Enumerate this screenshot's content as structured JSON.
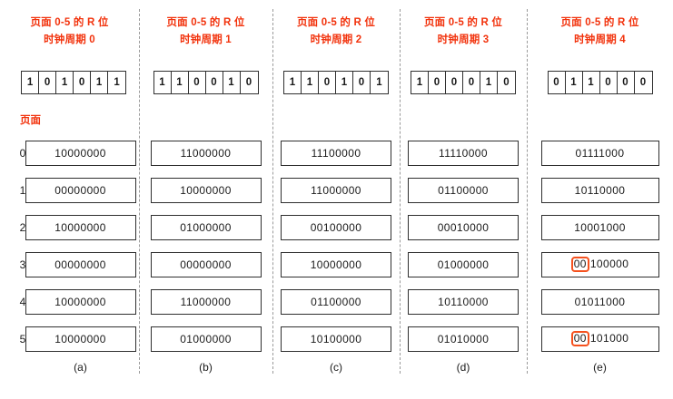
{
  "figure": {
    "page_caption": "页面",
    "accent_color": "#f2320c",
    "highlight_color": "#f5511e",
    "row_indices": [
      "0",
      "1",
      "2",
      "3",
      "4",
      "5"
    ]
  },
  "columns": [
    {
      "header_line1": "页面 0-5 的 R 位",
      "header_line2": "时钟周期 0",
      "r_bits": [
        "1",
        "0",
        "1",
        "0",
        "1",
        "1"
      ],
      "counters": [
        "10000000",
        "00000000",
        "10000000",
        "00000000",
        "10000000",
        "10000000"
      ],
      "highlights": [
        null,
        null,
        null,
        null,
        null,
        null
      ],
      "sub_label": "(a)"
    },
    {
      "header_line1": "页面 0-5 的 R 位",
      "header_line2": "时钟周期 1",
      "r_bits": [
        "1",
        "1",
        "0",
        "0",
        "1",
        "0"
      ],
      "counters": [
        "11000000",
        "10000000",
        "01000000",
        "00000000",
        "11000000",
        "01000000"
      ],
      "highlights": [
        null,
        null,
        null,
        null,
        null,
        null
      ],
      "sub_label": "(b)"
    },
    {
      "header_line1": "页面 0-5 的 R 位",
      "header_line2": "时钟周期 2",
      "r_bits": [
        "1",
        "1",
        "0",
        "1",
        "0",
        "1"
      ],
      "counters": [
        "11100000",
        "11000000",
        "00100000",
        "10000000",
        "01100000",
        "10100000"
      ],
      "highlights": [
        null,
        null,
        null,
        null,
        null,
        null
      ],
      "sub_label": "(c)"
    },
    {
      "header_line1": "页面 0-5 的 R 位",
      "header_line2": "时钟周期 3",
      "r_bits": [
        "1",
        "0",
        "0",
        "0",
        "1",
        "0"
      ],
      "counters": [
        "11110000",
        "01100000",
        "00010000",
        "01000000",
        "10110000",
        "01010000"
      ],
      "highlights": [
        null,
        null,
        null,
        null,
        null,
        null
      ],
      "sub_label": "(d)"
    },
    {
      "header_line1": "页面 0-5 的 R 位",
      "header_line2": "时钟周期 4",
      "r_bits": [
        "0",
        "1",
        "1",
        "0",
        "0",
        "0"
      ],
      "counters": [
        "01111000",
        "10110000",
        "10001000",
        "00100000",
        "01011000",
        "00101000"
      ],
      "highlights": [
        null,
        null,
        null,
        "00",
        null,
        "00"
      ],
      "sub_label": "(e)"
    }
  ]
}
